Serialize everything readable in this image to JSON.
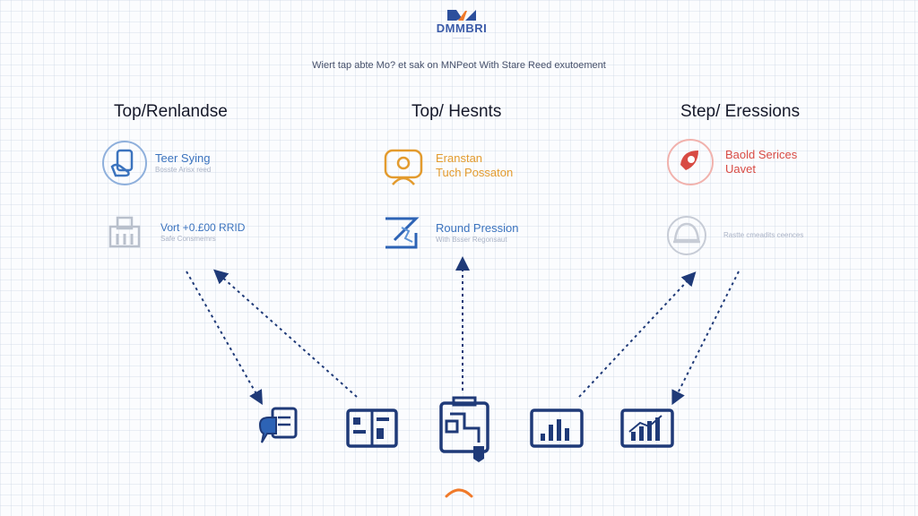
{
  "header": {
    "logo_text": "DMMBRI",
    "tagline": "Wiert tap abte Mo? et sak on MNPeot With Stare Reed exutoement"
  },
  "columns": [
    {
      "title": "Top/Renlandse",
      "items": [
        {
          "main": "Teer Sying",
          "sub": "Bosste Arisx reed",
          "icon": "hand-tablet-icon",
          "tone": "blue"
        },
        {
          "main": "Vort +0.£00 RRID",
          "sub": "Safe Consmemrs",
          "icon": "building-icon",
          "tone": "gray"
        }
      ]
    },
    {
      "title": "Top/ Hesnts",
      "items": [
        {
          "main": "Eranstan",
          "main2": "Tuch Possaton",
          "icon": "robot-face-icon",
          "tone": "orange"
        },
        {
          "main": "Round Pression",
          "sub": "With Bsser Regonsaut",
          "icon": "lightning-box-icon",
          "tone": "blue"
        }
      ]
    },
    {
      "title": "Step/ Eressions",
      "items": [
        {
          "main": "Baold Serices",
          "main2": "Uavet",
          "icon": "rocket-circle-icon",
          "tone": "red"
        },
        {
          "main": "",
          "sub": "Rastte cmeadits ceences",
          "icon": "helmet-circle-icon",
          "tone": "gray"
        }
      ]
    }
  ],
  "bottom_icons": [
    "chat-report-icon",
    "dashboard-grid-icon",
    "workflow-tablet-icon",
    "bar-chart-icon",
    "analytics-chart-icon"
  ],
  "colors": {
    "navy": "#1f3a78",
    "blue": "#3b73be",
    "orange": "#e39b2e",
    "red": "#d84b44",
    "gray": "#9aa3b6",
    "title": "#16192a"
  }
}
